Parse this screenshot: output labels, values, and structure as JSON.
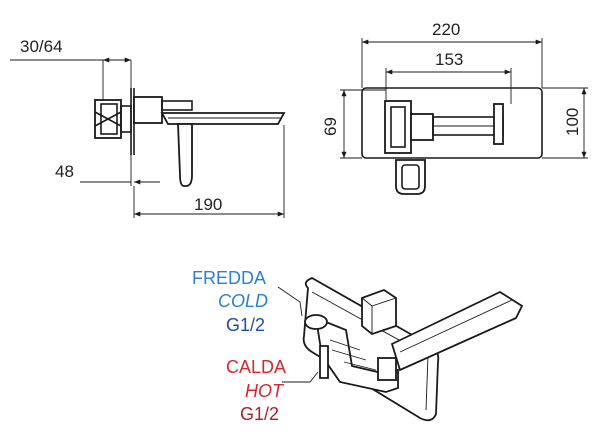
{
  "dimensions": {
    "side_wall_depth": "30/64",
    "side_height": "48",
    "side_length": "190",
    "top_width": "220",
    "top_spacing": "153",
    "front_center": "69",
    "front_height": "100"
  },
  "connections": {
    "cold": {
      "line1": "FREDDA",
      "line2": "COLD",
      "line3": "G1/2",
      "color": "#2a7fd4"
    },
    "hot": {
      "line1": "CALDA",
      "line2": "HOT",
      "line3": "G1/2",
      "color": "#d9262c"
    }
  },
  "colors": {
    "ink": "#1a1a1a",
    "background": "#ffffff"
  }
}
